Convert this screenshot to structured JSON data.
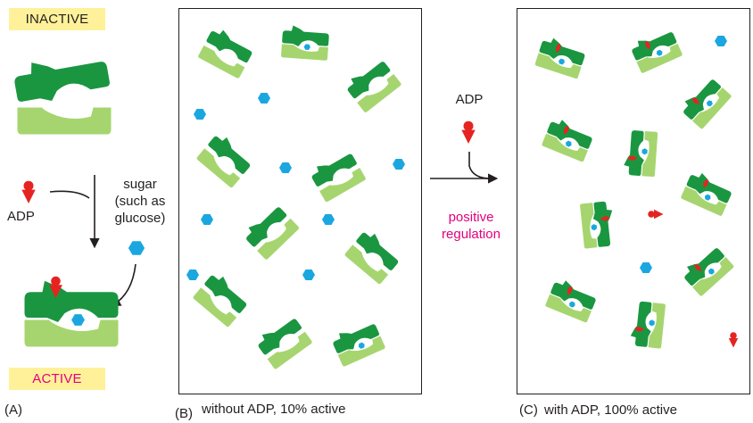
{
  "labels": {
    "inactive": "INACTIVE",
    "active": "ACTIVE",
    "adp_left": "ADP",
    "sugar_line1": "sugar",
    "sugar_line2": "(such as",
    "sugar_line3": "glucose)",
    "adp_middle": "ADP",
    "positive_line1": "positive",
    "positive_line2": "regulation",
    "panel_a": "(A)",
    "panel_b": "(B)",
    "panel_b_caption": "without ADP, 10% active",
    "panel_c": "(C)",
    "panel_c_caption": "with ADP, 100% active"
  },
  "colors": {
    "dark_green": "#1a9641",
    "light_green": "#a6d56f",
    "sugar_blue": "#1aa7e0",
    "adp_red": "#e52421",
    "highlight_yellow": "#fff19a",
    "magenta": "#e3007d"
  }
}
